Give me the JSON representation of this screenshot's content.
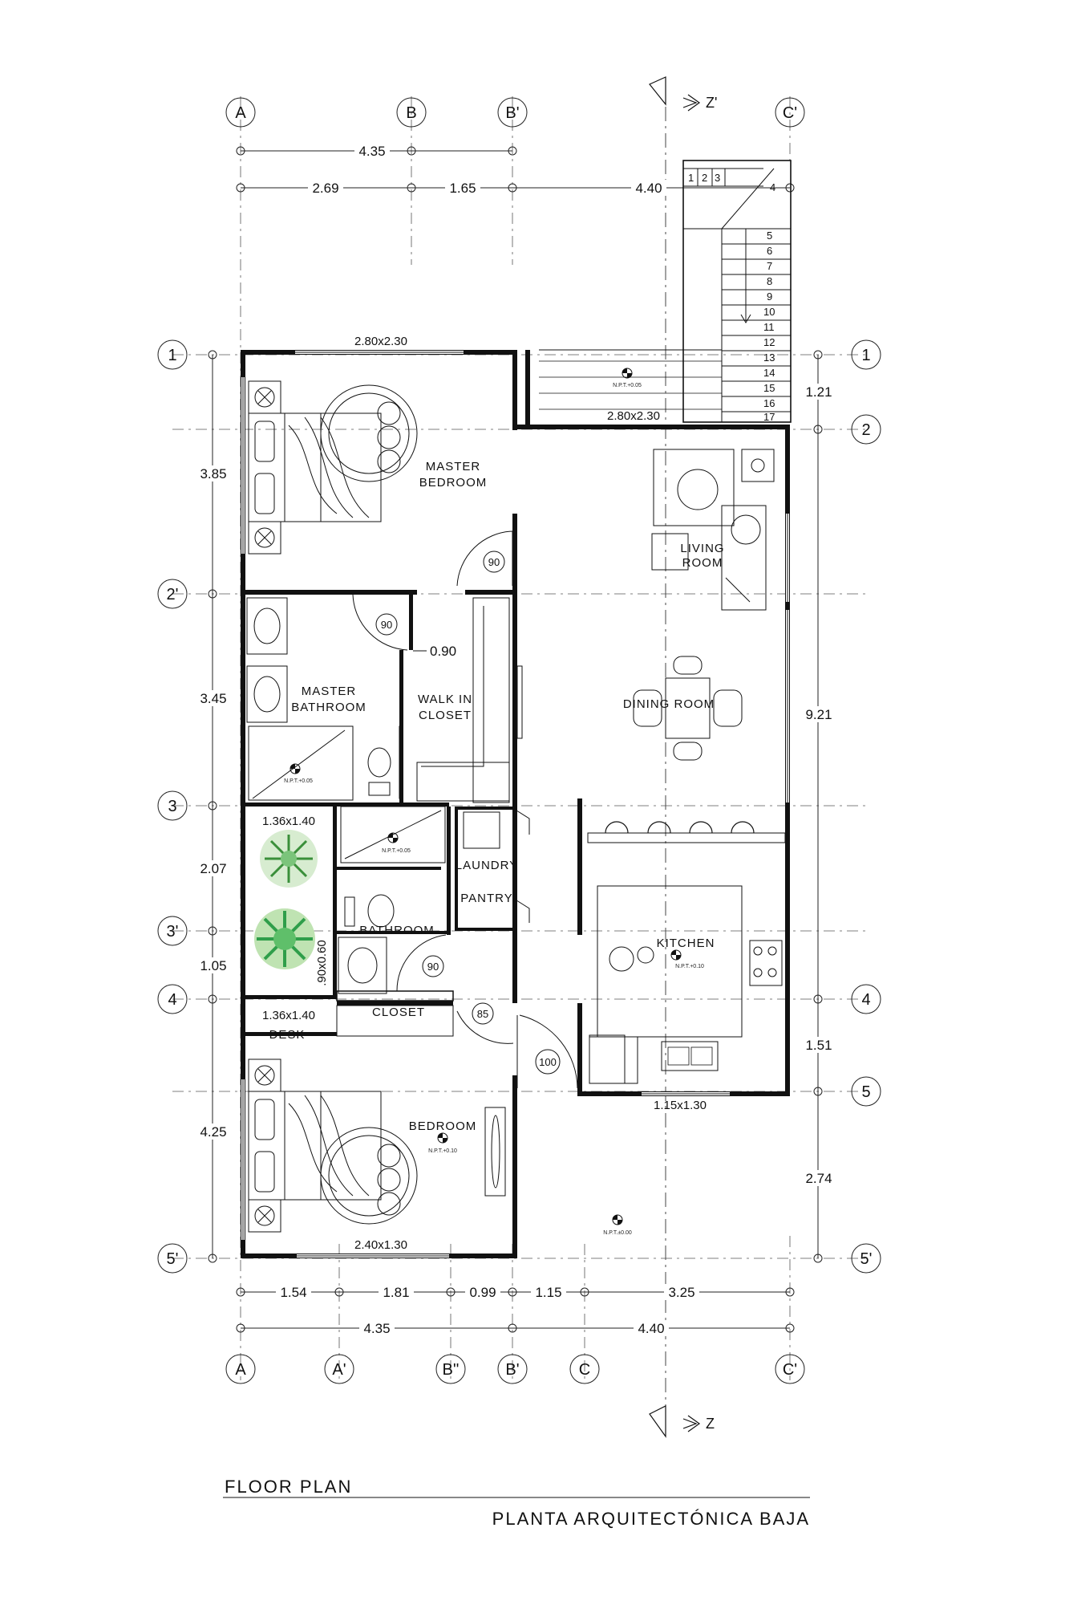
{
  "rooms": {
    "master_bedroom": [
      "MASTER",
      "BEDROOM"
    ],
    "master_bathroom": [
      "MASTER",
      "BATHROOM"
    ],
    "walk_in_closet": [
      "WALK  IN",
      "CLOSET"
    ],
    "living_room": [
      "LIVING",
      "ROOM"
    ],
    "dining_room": "DINING  ROOM",
    "laundry": "LAUNDRY",
    "pantry": "PANTRY",
    "bathroom": "BATHROOM",
    "kitchen": "KITCHEN",
    "closet": "CLOSET",
    "desk": "DESK",
    "bedroom": "BEDROOM"
  },
  "levels": {
    "terrace": "N.P.T.+0.05",
    "shower": "N.P.T.+0.05",
    "bath_shower": "N.P.T.+0.05",
    "kitchen": "N.P.T.+0.10",
    "bedroom": "N.P.T.+0.10",
    "exterior": "N.P.T.±0.00"
  },
  "windows": {
    "top": "2.80x2.30",
    "terrace": "2.80x2.30",
    "patio_top": "1.36x1.40",
    "patio_bottom": "1.36x1.40",
    "patio_side": ".90x0.60",
    "kitchen": "1.15x1.30",
    "bedroom": "2.40x1.30"
  },
  "doors": [
    "90",
    "90",
    "90",
    "85",
    "100"
  ],
  "walkway": "0.90",
  "grid_top": [
    "A",
    "B",
    "B'",
    "C'"
  ],
  "grid_bottom": [
    "A",
    "A'",
    "B''",
    "B'",
    "C",
    "C'"
  ],
  "grid_left": [
    "1",
    "2'",
    "3",
    "3'",
    "4",
    "5'"
  ],
  "grid_right": [
    "1",
    "2",
    "4",
    "5",
    "5'"
  ],
  "dims_top_row1": [
    "4.35"
  ],
  "dims_top_row2": [
    "2.69",
    "1.65",
    "4.40"
  ],
  "dims_left": [
    "3.85",
    "3.45",
    "2.07",
    "1.05",
    "4.25"
  ],
  "dims_right": [
    "1.21",
    "9.21",
    "1.51",
    "2.74"
  ],
  "dims_bottom_row1": [
    "1.54",
    "1.81",
    "0.99",
    "1.15",
    "3.25"
  ],
  "dims_bottom_row2": [
    "4.35",
    "4.40"
  ],
  "stairs": [
    "1",
    "2",
    "3",
    "4",
    "5",
    "6",
    "7",
    "8",
    "9",
    "10",
    "11",
    "12",
    "13",
    "14",
    "15",
    "16",
    "17"
  ],
  "section_top": "Z'",
  "section_bottom": "Z",
  "title": "FLOOR PLAN",
  "subtitle": "PLANTA ARQUITECTÓNICA BAJA"
}
